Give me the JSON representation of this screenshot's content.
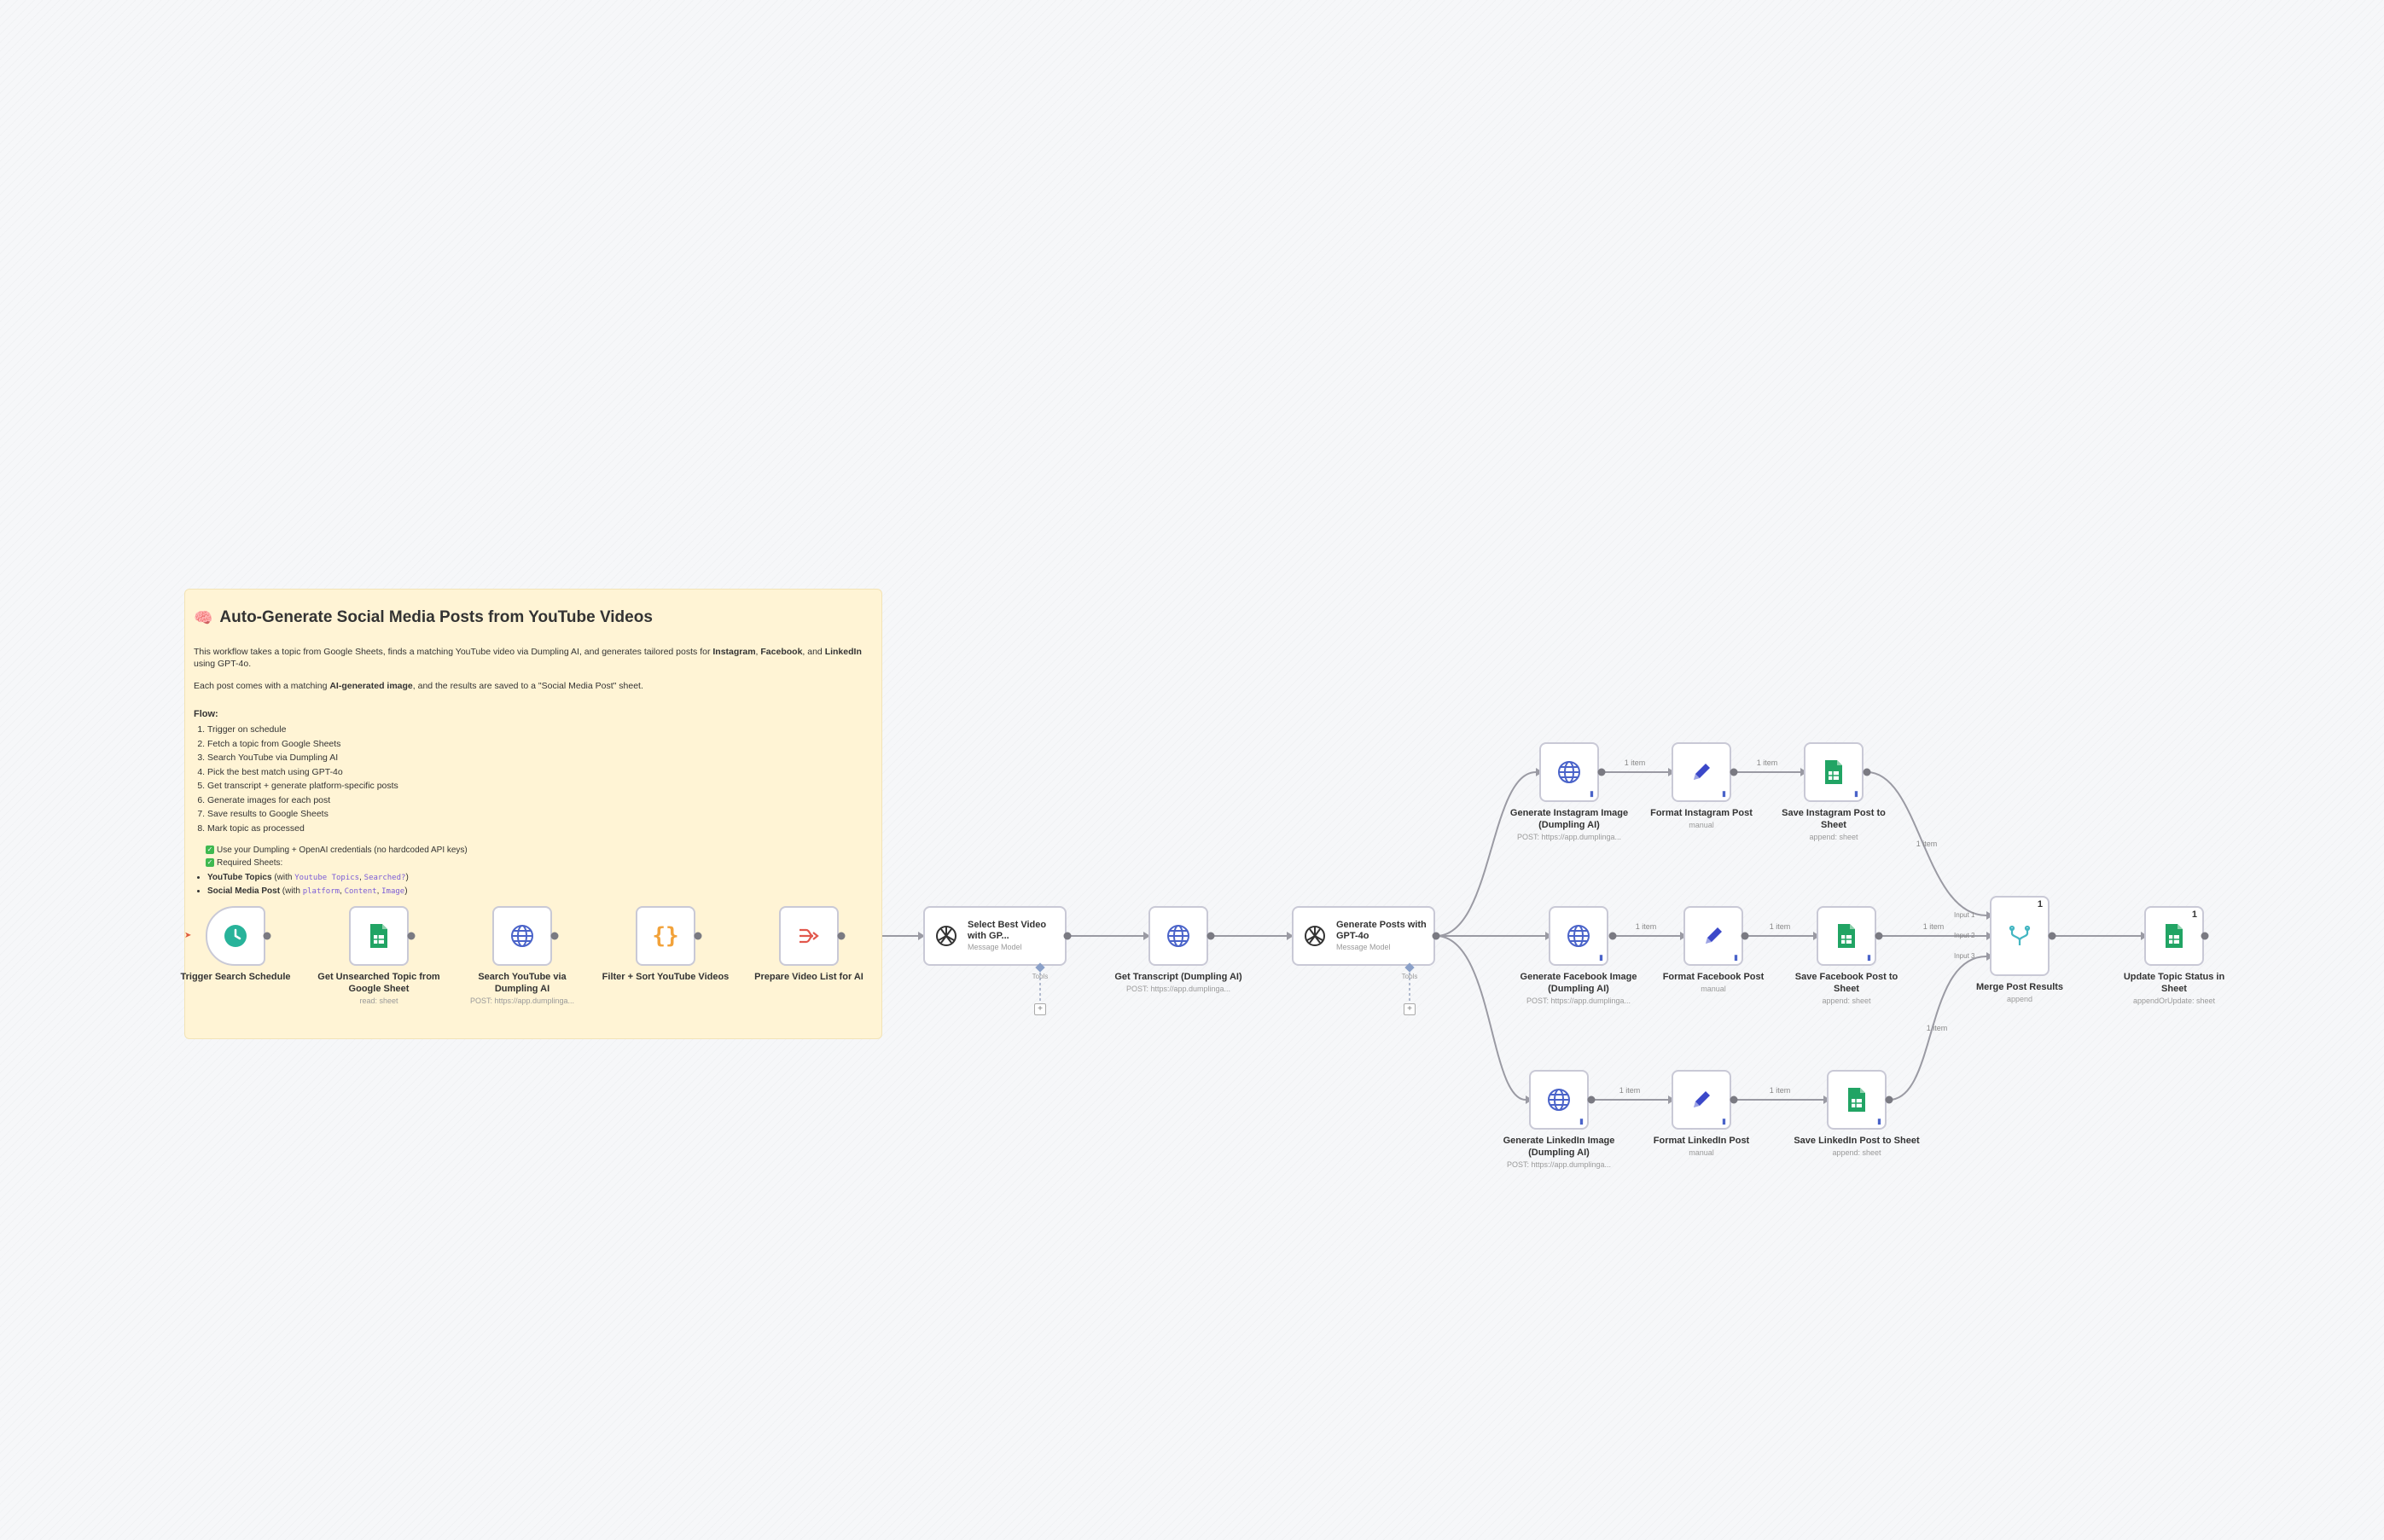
{
  "sticky": {
    "emoji": "🧠",
    "title": "Auto-Generate Social Media Posts from YouTube Videos",
    "intro_a": "This workflow takes a topic from Google Sheets, finds a matching YouTube video via Dumpling AI, and generates tailored posts for ",
    "intro_b1": "Instagram",
    "intro_b2": "Facebook",
    "intro_b3": "LinkedIn",
    "intro_c": " using GPT-4o.",
    "intro2_a": "Each post comes with a matching ",
    "intro2_b": "AI-generated image",
    "intro2_c": ", and the results are saved to a \"Social Media Post\" sheet.",
    "flow_label": "Flow:",
    "steps": [
      "Trigger on schedule",
      "Fetch a topic from Google Sheets",
      "Search YouTube via Dumpling AI",
      "Pick the best match using GPT-4o",
      "Get transcript + generate platform-specific posts",
      "Generate images for each post",
      "Save results to Google Sheets",
      "Mark topic as processed"
    ],
    "check1": "Use your Dumpling + OpenAI credentials (no hardcoded API keys)",
    "check2": "Required Sheets:",
    "sheet1_name": "YouTube Topics",
    "sheet1_pre": " (with ",
    "sheet1_c1": "Youtube Topics",
    "sheet1_c2": "Searched?",
    "sheet2_name": "Social Media Post",
    "sheet2_c1": "platform",
    "sheet2_c2": "Content",
    "sheet2_c3": "Image"
  },
  "nodes": {
    "trigger": {
      "title": "Trigger Search Schedule",
      "sub": "",
      "icon": "clock-icon"
    },
    "get_topic": {
      "title": "Get Unsearched Topic from Google Sheet",
      "sub": "read: sheet",
      "icon": "google-sheets-icon"
    },
    "search_yt": {
      "title": "Search YouTube via Dumpling AI",
      "sub": "POST: https://app.dumplinga...",
      "icon": "globe-icon"
    },
    "filter_sort": {
      "title": "Filter + Sort YouTube Videos",
      "sub": "",
      "icon": "code-braces-icon"
    },
    "prepare_list": {
      "title": "Prepare Video List for AI",
      "sub": "",
      "icon": "aggregate-icon"
    },
    "select_best": {
      "title": "Select Best Video with GP...",
      "sub": "Message Model",
      "icon": "openai-icon",
      "tools": "Tools"
    },
    "get_transcript": {
      "title": "Get Transcript (Dumpling AI)",
      "sub": "POST: https://app.dumplinga...",
      "icon": "globe-icon"
    },
    "generate_posts": {
      "title": "Generate Posts with GPT-4o",
      "sub": "Message Model",
      "icon": "openai-icon",
      "tools": "Tools"
    },
    "gen_ig_img": {
      "title": "Generate Instagram Image (Dumpling AI)",
      "sub": "POST: https://app.dumplinga...",
      "icon": "globe-icon"
    },
    "fmt_ig": {
      "title": "Format Instagram Post",
      "sub": "manual",
      "icon": "pencil-icon"
    },
    "save_ig": {
      "title": "Save Instagram Post to Sheet",
      "sub": "append: sheet",
      "icon": "google-sheets-icon"
    },
    "gen_fb_img": {
      "title": "Generate Facebook Image (Dumpling AI)",
      "sub": "POST: https://app.dumplinga...",
      "icon": "globe-icon"
    },
    "fmt_fb": {
      "title": "Format Facebook Post",
      "sub": "manual",
      "icon": "pencil-icon"
    },
    "save_fb": {
      "title": "Save Facebook Post to Sheet",
      "sub": "append: sheet",
      "icon": "google-sheets-icon"
    },
    "gen_li_img": {
      "title": "Generate LinkedIn Image (Dumpling AI)",
      "sub": "POST: https://app.dumplinga...",
      "icon": "globe-icon"
    },
    "fmt_li": {
      "title": "Format LinkedIn Post",
      "sub": "manual",
      "icon": "pencil-icon"
    },
    "save_li": {
      "title": "Save LinkedIn Post to Sheet",
      "sub": "append: sheet",
      "icon": "google-sheets-icon"
    },
    "merge": {
      "title": "Merge Post Results",
      "sub": "append",
      "icon": "merge-icon",
      "count": "1"
    },
    "update_status": {
      "title": "Update Topic Status in Sheet",
      "sub": "appendOrUpdate: sheet",
      "icon": "google-sheets-icon",
      "count": "1"
    }
  },
  "edge_labels": {
    "item": "1 item",
    "input1": "Input 1",
    "input2": "Input 2",
    "input3": "Input 3"
  },
  "colors": {
    "sheets_green": "#21a464",
    "globe_blue": "#4a63c9",
    "pencil_blue": "#3b48c9",
    "braces_orange": "#f2a23a",
    "aggregate_red": "#e2574c",
    "clock_teal": "#28b39a",
    "merge_teal": "#43b6c2"
  }
}
